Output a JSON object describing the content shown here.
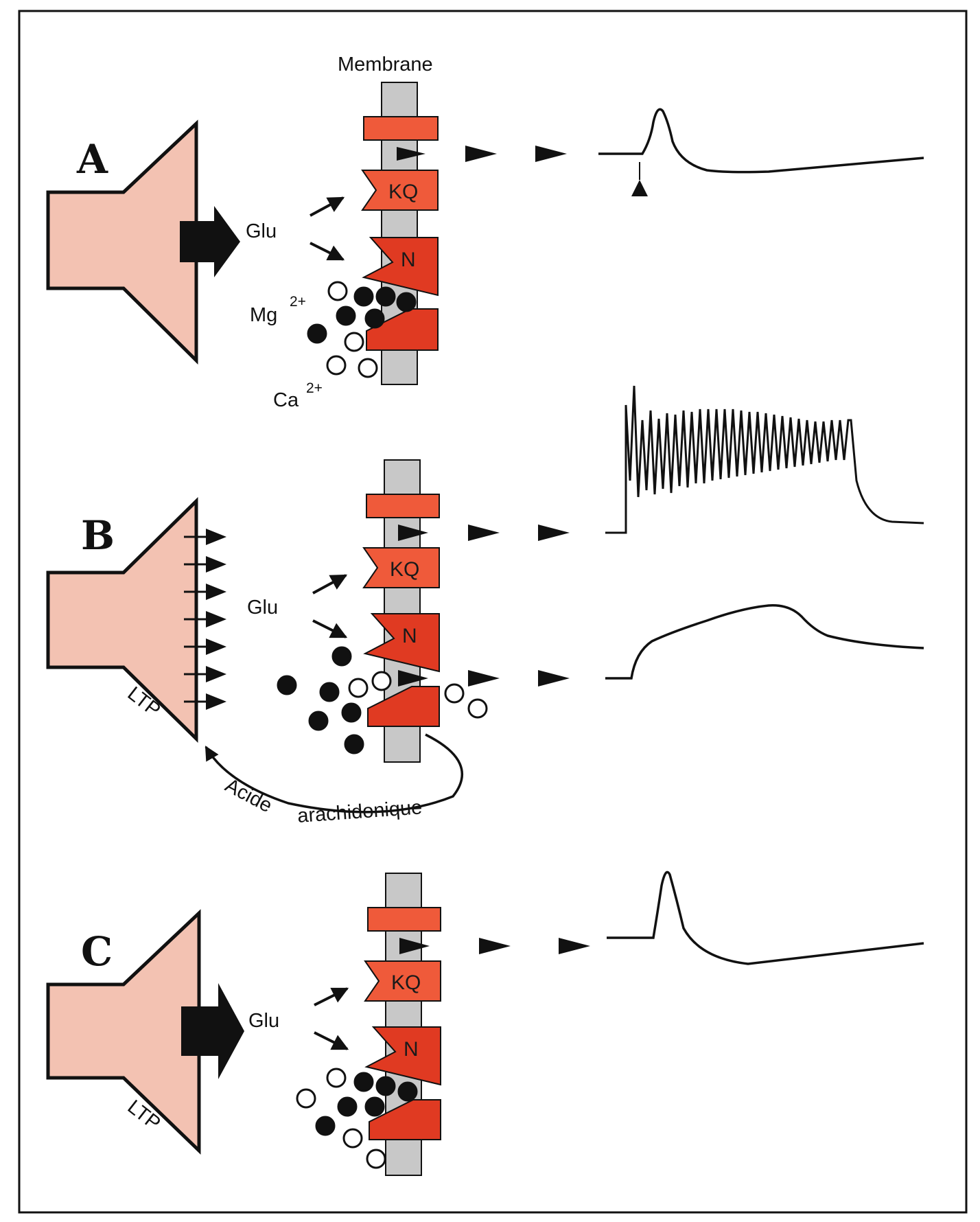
{
  "figure": {
    "membrane_label": "Membrane",
    "glu_label": "Glu",
    "mg_label": "Mg",
    "mg_charge": "2+",
    "ca_label": "Ca",
    "ca_charge": "2+",
    "channel_kq": "KQ",
    "channel_n": "N",
    "ltp_label": "LTP",
    "arachidonic_word1": "Acide",
    "arachidonic_word2": "arachidonique",
    "panels": [
      {
        "letter": "A"
      },
      {
        "letter": "B"
      },
      {
        "letter": "C"
      }
    ],
    "colors": {
      "terminal": "#f3c2b2",
      "channel_light": "#ef5a3a",
      "channel_dark": "#e03a22",
      "membrane": "#c8c8c8",
      "stroke": "#111111"
    }
  }
}
